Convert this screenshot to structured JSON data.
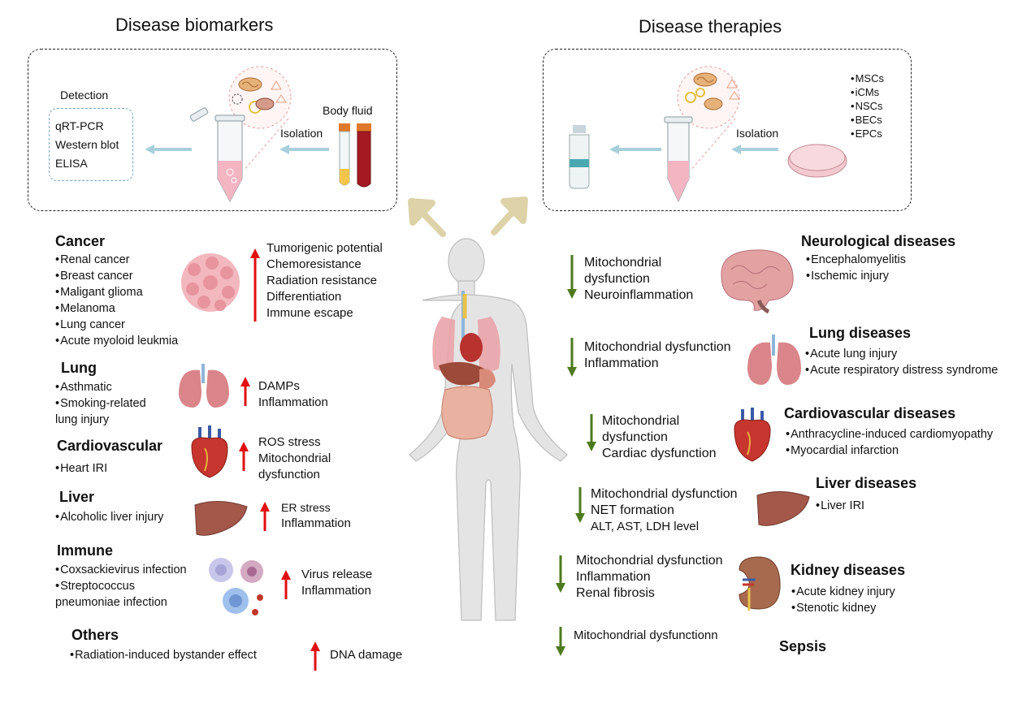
{
  "biomarkers": {
    "title": "Disease biomarkers",
    "detection_label": "Detection",
    "methods": [
      "qRT-PCR",
      "Western blot",
      "ELISA"
    ],
    "isolation_label": "Isolation",
    "body_fluid_label": "Body fluid"
  },
  "therapies": {
    "title": "Disease therapies",
    "isolation_label": "Isolation",
    "cells": [
      "MSCs",
      "iCMs",
      "NSCs",
      "BECs",
      "EPCs"
    ]
  },
  "left_diseases": [
    {
      "name": "Cancer",
      "items": [
        "Renal cancer",
        "Breast cancer",
        "Maligant glioma",
        "Melanoma",
        "Lung cancer",
        "Acute myoloid leukmia"
      ],
      "effects": [
        "Tumorigenic potential",
        "Chemoresistance",
        "Radiation resistance",
        "Differentiation",
        "Immune escape"
      ]
    },
    {
      "name": "Lung",
      "items": [
        "Asthmatic",
        "Smoking-related"
      ],
      "extra": "lung injury",
      "effects": [
        "DAMPs",
        "Inflammation"
      ]
    },
    {
      "name": "Cardiovascular",
      "items": [
        "Heart IRI"
      ],
      "effects": [
        "ROS stress",
        "Mitochondrial",
        "dysfunction"
      ]
    },
    {
      "name": "Liver",
      "items": [
        "Alcoholic liver injury"
      ],
      "effects": [
        "ER stress",
        "Inflammation"
      ]
    },
    {
      "name": "Immune",
      "items": [
        "Coxsackievirus infection",
        "Streptococcus"
      ],
      "extra": "pneumoniae infection",
      "effects": [
        "Virus release",
        "Inflammation"
      ]
    },
    {
      "name": "Others",
      "items": [
        "Radiation-induced bystander effect"
      ],
      "effects": [
        "DNA damage"
      ]
    }
  ],
  "right_diseases": [
    {
      "name": "Neurological diseases",
      "items": [
        "Encephalomyelitis",
        "Ischemic injury"
      ],
      "effects": [
        "Mitochondrial",
        "dysfunction",
        "Neuroinflammation"
      ]
    },
    {
      "name": "Lung diseases",
      "items": [
        "Acute lung injury",
        "Acute respiratory distress syndrome"
      ],
      "effects": [
        "Mitochondrial dysfunction",
        "Inflammation"
      ]
    },
    {
      "name": "Cardiovascular diseases",
      "items": [
        "Anthracycline-induced cardiomyopathy",
        "Myocardial infarction"
      ],
      "effects": [
        "Mitochondrial",
        "dysfunction",
        "Cardiac dysfunction"
      ]
    },
    {
      "name": "Liver diseases",
      "items": [
        "Liver IRI"
      ],
      "effects": [
        "Mitochondrial dysfunction",
        "NET formation",
        "ALT, AST, LDH level"
      ]
    },
    {
      "name": "Kidney diseases",
      "items": [
        "Acute kidney injury",
        "Stenotic kidney"
      ],
      "effects": [
        "Mitochondrial dysfunction",
        "Inflammation",
        "Renal fibrosis"
      ]
    },
    {
      "name": "Sepsis",
      "items": [],
      "effects": [
        "Mitochondrial dysfunctionn"
      ]
    }
  ],
  "colors": {
    "up_arrow": "#e01010",
    "down_arrow": "#4d7a1e",
    "flow_arrow": "#a8d0dc",
    "big_arrow": "#ddd2a8",
    "organ": "#d9858a",
    "liver": "#a4584a"
  }
}
